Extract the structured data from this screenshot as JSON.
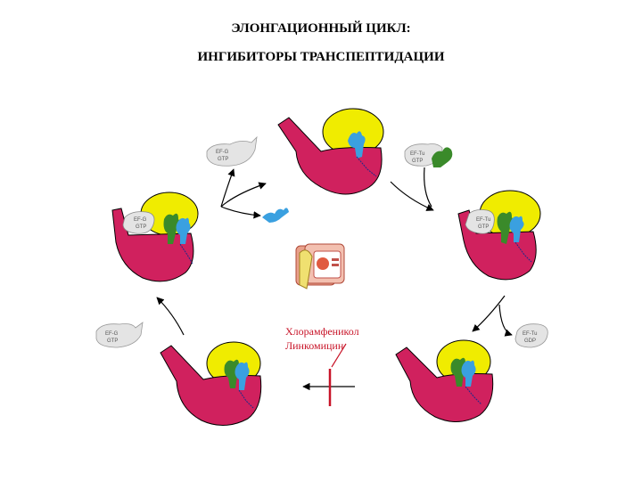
{
  "title_line1": "ЭЛОНГАЦИОННЫЙ ЦИКЛ:",
  "title_line2": "ИНГИБИТОРЫ ТРАНСПЕПТИДАЦИИ",
  "inhibitors": [
    "Хлорамфеникол",
    "Линкомицин"
  ],
  "factors": {
    "efg_gtp_free": [
      "EF-G",
      "GTP"
    ],
    "eftu_gtp_free": [
      "EF-Tu",
      "GTP"
    ],
    "efg_gtp_bound": [
      "EF-G",
      "GTP"
    ],
    "eftu_gtp_bound": [
      "EF-Tu",
      "GTP"
    ],
    "efg_gtp_left": [
      "EF-G",
      "GTP"
    ],
    "eftu_gdp_right": [
      "EF-Tu",
      "GDP"
    ]
  },
  "colors": {
    "large_subunit": "#d0215e",
    "small_subunit": "#f0ec00",
    "trna_blue": "#3aa0e0",
    "trna_green": "#3a8a2a",
    "factor_gray": "#e4e4e4",
    "inhibitor_red": "#c81428",
    "arrow": "#000000"
  },
  "icons": [
    "presentation-clip-icon"
  ]
}
